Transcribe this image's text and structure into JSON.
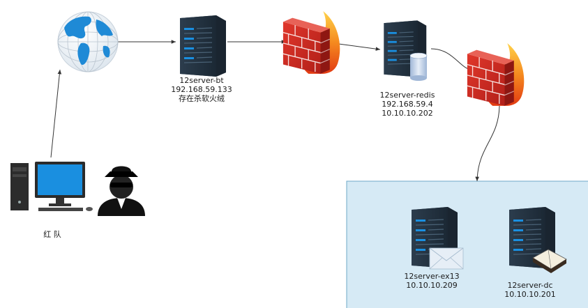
{
  "nodes": {
    "internet": {
      "icon": "globe-icon"
    },
    "bt": {
      "icon": "server-icon",
      "name": "12server-bt",
      "ip": "192.168.59.133",
      "note": "存在杀软火绒"
    },
    "fw1": {
      "icon": "firewall-icon"
    },
    "redis": {
      "icon": "database-server-icon",
      "name": "12server-redis",
      "ip1": "192.168.59.4",
      "ip2": "10.10.10.202"
    },
    "fw2": {
      "icon": "firewall-icon"
    },
    "ex13": {
      "icon": "mail-server-icon",
      "name": "12server-ex13",
      "ip": "10.10.10.209"
    },
    "dc": {
      "icon": "directory-server-icon",
      "name": "12server-dc",
      "ip": "10.10.10.201"
    },
    "attacker": {
      "icon": "hacker-workstation-icon",
      "label": "红 队"
    }
  },
  "colors": {
    "internal_zone_fill": "#d6eaf5",
    "internal_zone_border": "#6fa8c8",
    "edge": "#333333"
  }
}
